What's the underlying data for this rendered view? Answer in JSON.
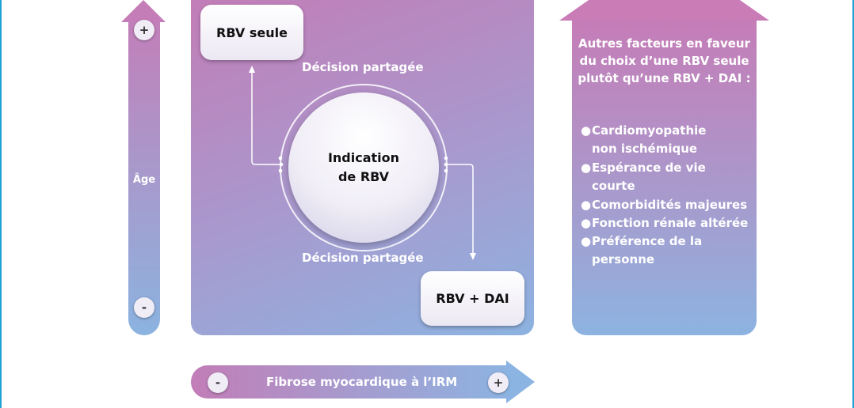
{
  "age_axis": {
    "label": "Âge",
    "plus": "+",
    "minus": "-"
  },
  "options": {
    "top": "RBV seule",
    "bottom": "RBV + DAI"
  },
  "shared_decision": {
    "top": "Décision partagée",
    "bottom": "Décision partagée"
  },
  "center": {
    "line1": "Indication",
    "line2": "de RBV"
  },
  "factors": {
    "title_lines": [
      "Autres facteurs en faveur",
      "du choix d’une RBV seule",
      "plutôt qu’une RBV + DAI :"
    ],
    "items": [
      {
        "line1": "Cardiomyopathie",
        "line2": "non ischémique"
      },
      {
        "line1": "Espérance de vie",
        "line2": "courte"
      },
      {
        "line1": "Comorbidités majeures",
        "line2": ""
      },
      {
        "line1": "Fonction rénale altérée",
        "line2": ""
      },
      {
        "line1": "Préférence de la",
        "line2": "personne"
      }
    ]
  },
  "fibrosis_axis": {
    "label": "Fibrose myocardique à l’IRM",
    "minus": "-",
    "plus": "+"
  },
  "colors": {
    "pink": "#c27db7",
    "blue": "#8db3e1",
    "frame": "#1fa3d8"
  }
}
